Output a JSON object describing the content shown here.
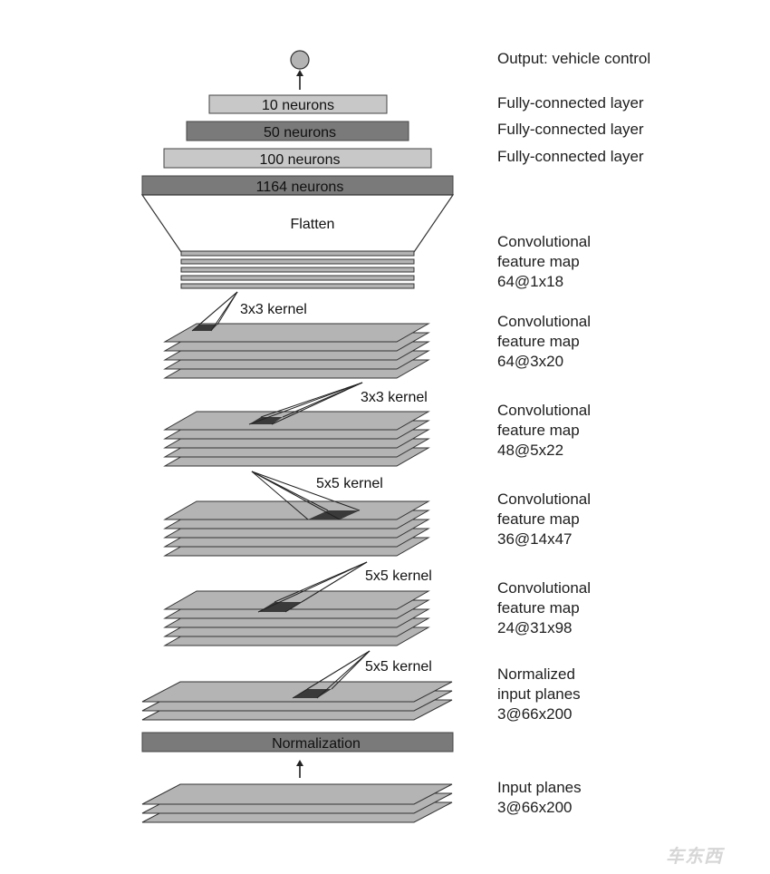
{
  "layers": {
    "output": "Output: vehicle control",
    "fc10": {
      "neurons": "10 neurons",
      "type": "Fully-connected layer"
    },
    "fc50": {
      "neurons": "50 neurons",
      "type": "Fully-connected layer"
    },
    "fc100": {
      "neurons": "100 neurons",
      "type": "Fully-connected layer"
    },
    "fc1164": {
      "neurons": "1164 neurons"
    },
    "flatten": "Flatten",
    "conv5": [
      "Convolutional",
      "feature map",
      "64@1x18"
    ],
    "conv4": [
      "Convolutional",
      "feature map",
      "64@3x20"
    ],
    "conv3": [
      "Convolutional",
      "feature map",
      "48@5x22"
    ],
    "conv2": [
      "Convolutional",
      "feature map",
      "36@14x47"
    ],
    "conv1": [
      "Convolutional",
      "feature map",
      "24@31x98"
    ],
    "normalized": [
      "Normalized",
      "input planes",
      "3@66x200"
    ],
    "normalization": "Normalization",
    "input": [
      "Input planes",
      "3@66x200"
    ]
  },
  "kernels": {
    "k5": "3x3 kernel",
    "k4": "3x3 kernel",
    "k3": "5x5 kernel",
    "k2": "5x5 kernel",
    "k1": "5x5 kernel"
  },
  "watermark": "车东西",
  "colors": {
    "light_box": "#c8c8c8",
    "dark_box": "#7a7a7a",
    "plane": "#b4b4b4",
    "kernel": "#3a3a3a",
    "line": "#222222"
  }
}
